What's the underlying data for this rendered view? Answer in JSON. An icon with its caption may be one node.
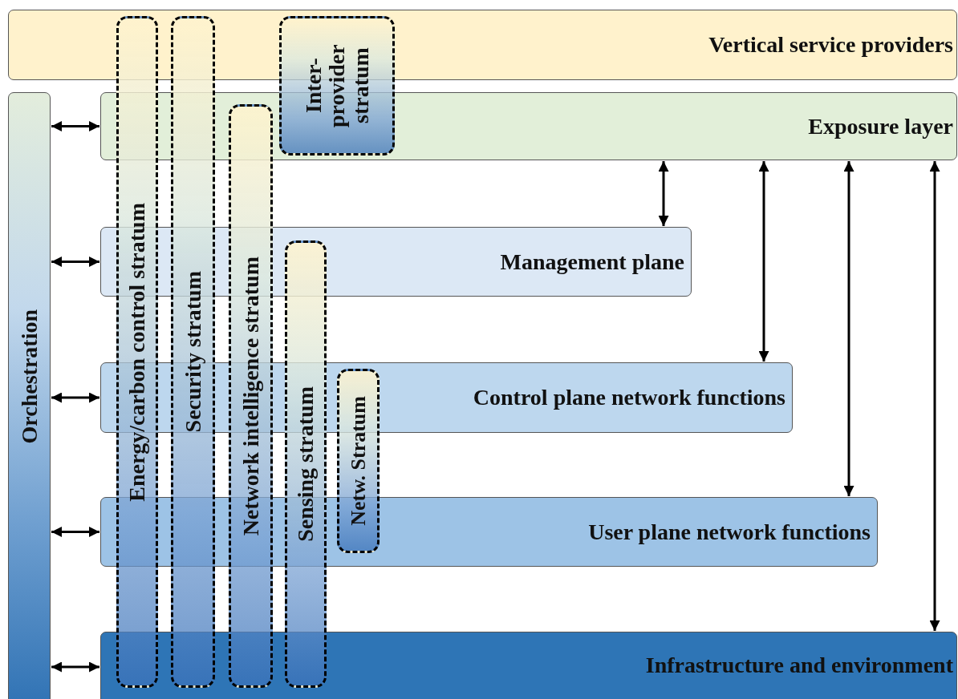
{
  "diagram": {
    "nodes": [
      {
        "text": [
          "Vertical service providers"
        ]
      },
      {
        "text": [
          "Orchestration"
        ]
      },
      {
        "text": [
          "Exposure layer"
        ]
      },
      {
        "text": [
          "Management plane"
        ]
      },
      {
        "text": [
          "Control plane network functions"
        ]
      },
      {
        "text": [
          "User plane network functions"
        ]
      },
      {
        "text": [
          "Infrastructure and environment"
        ]
      },
      {
        "text": [
          "Energy/carbon control stratum"
        ]
      },
      {
        "text": [
          "Security stratum"
        ]
      },
      {
        "text": [
          "Network intelligence stratum"
        ]
      },
      {
        "text": [
          "Inter- provider stratum"
        ]
      },
      {
        "text": [
          "Sensing stratum"
        ]
      },
      {
        "text": [
          "Netw. Stratum"
        ]
      }
    ],
    "edges": [
      {
        "from": 1,
        "to": 2,
        "arrow": "both"
      },
      {
        "from": 1,
        "to": 3,
        "arrow": "both"
      },
      {
        "from": 1,
        "to": 4,
        "arrow": "both"
      },
      {
        "from": 1,
        "to": 5,
        "arrow": "both"
      },
      {
        "from": 1,
        "to": 6,
        "arrow": "both"
      },
      {
        "from": 2,
        "to": 3,
        "arrow": "both"
      },
      {
        "from": 2,
        "to": 4,
        "arrow": "both"
      },
      {
        "from": 2,
        "to": 5,
        "arrow": "both"
      },
      {
        "from": 2,
        "to": 6,
        "arrow": "both"
      }
    ]
  }
}
